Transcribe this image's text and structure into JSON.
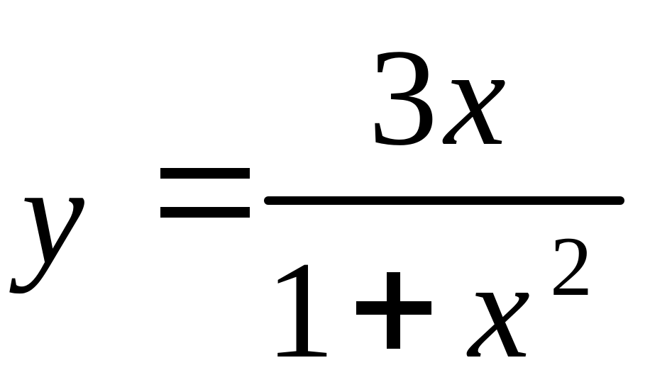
{
  "formula": {
    "lhs": "y",
    "numerator": {
      "coefficient": "3",
      "variable": "x"
    },
    "denominator": {
      "constant": "1",
      "variable": "x",
      "exponent": "2"
    }
  }
}
